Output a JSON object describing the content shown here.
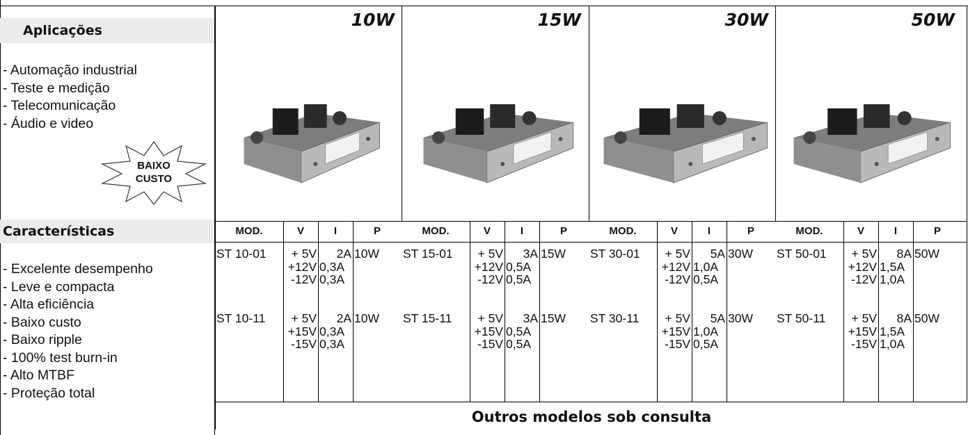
{
  "sections": {
    "aplicacoes": {
      "title": "Aplicações",
      "items": [
        "- Automação industrial",
        "- Teste e medição",
        "- Telecomunicação",
        "- Áudio e video"
      ]
    },
    "badge": {
      "line1": "BAIXO",
      "line2": "CUSTO"
    },
    "caracteristicas": {
      "title": "Características",
      "items": [
        "- Excelente desempenho",
        "- Leve e compacta",
        "- Alta eficiência",
        "- Baixo custo",
        "- Baixo ripple",
        "- 100% test burn-in",
        "- Alto MTBF",
        "- Proteção total"
      ]
    }
  },
  "columns": {
    "mod": "MOD.",
    "v": "V",
    "i": "I",
    "p": "P"
  },
  "groups": [
    {
      "watt": "10W",
      "rows": [
        {
          "mod": "ST 10-01",
          "v": [
            "+ 5V",
            "+12V",
            "-12V"
          ],
          "i": [
            "2A",
            "0,3A",
            "0,3A"
          ],
          "p": "10W"
        },
        {
          "mod": "ST 10-11",
          "v": [
            "+ 5V",
            "+15V",
            "-15V"
          ],
          "i": [
            "2A",
            "0,3A",
            "0,3A"
          ],
          "p": "10W"
        }
      ]
    },
    {
      "watt": "15W",
      "rows": [
        {
          "mod": "ST 15-01",
          "v": [
            "+ 5V",
            "+12V",
            "-12V"
          ],
          "i": [
            "3A",
            "0,5A",
            "0,5A"
          ],
          "p": "15W"
        },
        {
          "mod": "ST 15-11",
          "v": [
            "+ 5V",
            "+15V",
            "-15V"
          ],
          "i": [
            "3A",
            "0,5A",
            "0,5A"
          ],
          "p": "15W"
        }
      ]
    },
    {
      "watt": "30W",
      "rows": [
        {
          "mod": "ST 30-01",
          "v": [
            "+ 5V",
            "+12V",
            "-12V"
          ],
          "i": [
            "5A",
            "1,0A",
            "0,5A"
          ],
          "p": "30W"
        },
        {
          "mod": "ST 30-11",
          "v": [
            "+ 5V",
            "+15V",
            "-15V"
          ],
          "i": [
            "5A",
            "1,0A",
            "0,5A"
          ],
          "p": "30W"
        }
      ]
    },
    {
      "watt": "50W",
      "rows": [
        {
          "mod": "ST 50-01",
          "v": [
            "+ 5V",
            "+12V",
            "-12V"
          ],
          "i": [
            "8A",
            "1,5A",
            "1,0A"
          ],
          "p": "50W"
        },
        {
          "mod": "ST 50-11",
          "v": [
            "+ 5V",
            "+15V",
            "-15V"
          ],
          "i": [
            "8A",
            "1,5A",
            "1,0A"
          ],
          "p": "50W"
        }
      ]
    }
  ],
  "footer": {
    "note": "Outros modelos sob consulta"
  }
}
